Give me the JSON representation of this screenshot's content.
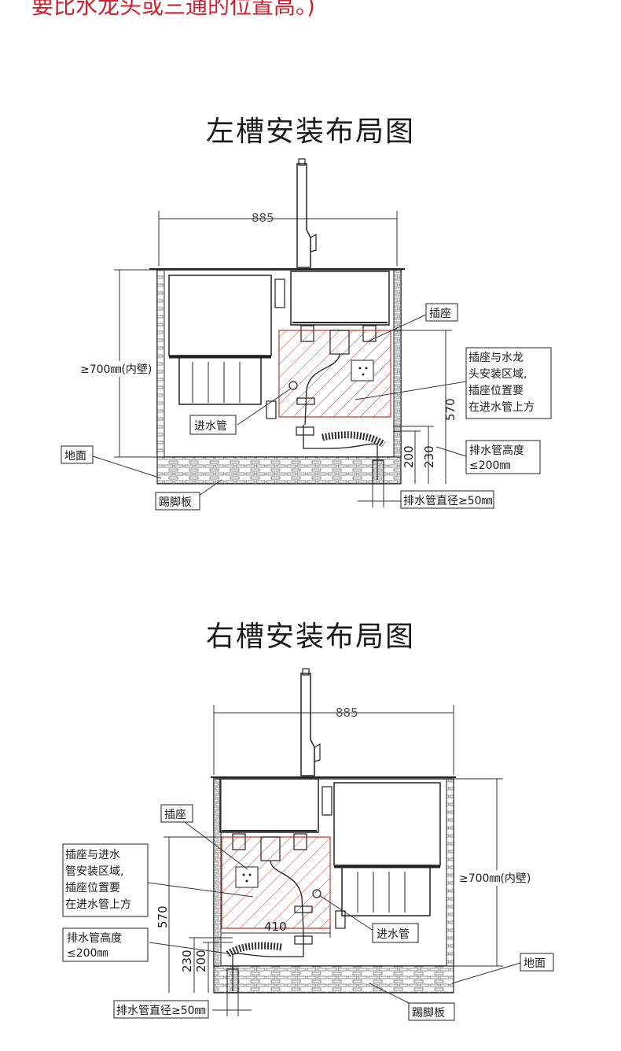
{
  "top_note": "要比水龙头或三通的位置高。)",
  "left_layout": {
    "title": "左槽安装布局图",
    "width_dim": "885",
    "height_dim": "≥700㎜(内壁)",
    "socket_label": "插座",
    "area_label_lines": [
      "插座与水龙",
      "头安装区域,",
      "插座位置要",
      "在进水管上方"
    ],
    "inlet_label": "进水管",
    "floor_label": "地面",
    "kickboard_label": "踢脚板",
    "drain_height_lines": [
      "排水管高度",
      "≤200㎜"
    ],
    "drain_diameter_label": "排水管直径≥50㎜",
    "dim_570": "570",
    "dim_200": "200",
    "dim_230": "230"
  },
  "right_layout": {
    "title": "右槽安装布局图",
    "width_dim": "885",
    "height_dim": "≥700㎜(内壁)",
    "socket_label": "插座",
    "area_label_lines": [
      "插座与进水",
      "管安装区域,",
      "插座位置要",
      "在进水管上方"
    ],
    "inlet_label": "进水管",
    "floor_label": "地面",
    "kickboard_label": "踢脚板",
    "drain_height_lines": [
      "排水管高度",
      "≤200㎜"
    ],
    "drain_diameter_label": "排水管直径≥50㎜",
    "dim_570": "570",
    "dim_410": "410",
    "dim_200": "200",
    "dim_230": "230"
  },
  "colors": {
    "note": "#d01f2f",
    "hatch": "#c0392b",
    "line": "#1a1a1a"
  }
}
